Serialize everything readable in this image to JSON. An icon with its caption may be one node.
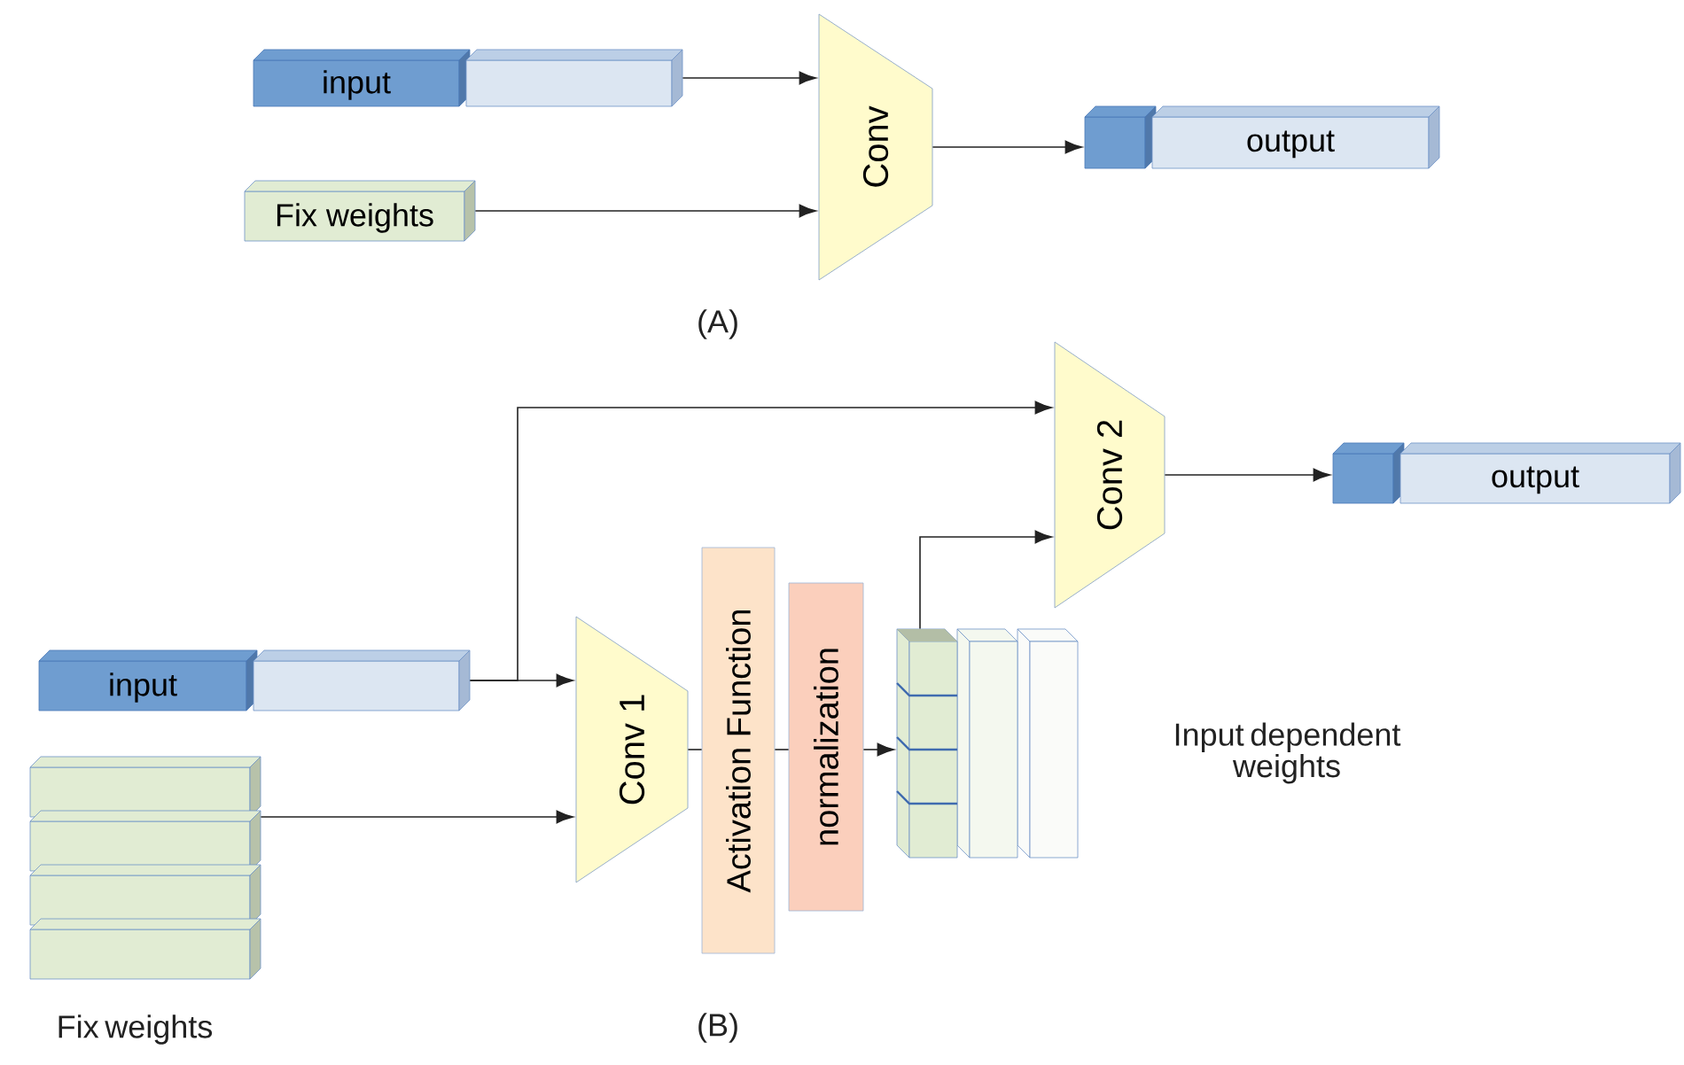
{
  "diagram": {
    "nodes": [
      {
        "text": [
          "input"
        ]
      },
      {
        "text": [
          "Fix weights"
        ]
      },
      {
        "text": [
          "Conv"
        ]
      },
      {
        "text": [
          "output"
        ]
      },
      {
        "text": [
          "input"
        ]
      },
      {
        "text": [],
        "shape": "box",
        "beside": [
          "Fix weights"
        ]
      },
      {
        "text": [
          "Conv 1"
        ]
      },
      {
        "text": [
          "Activation Function"
        ]
      },
      {
        "text": [
          "normalization"
        ]
      },
      {
        "text": [],
        "shape": "box",
        "beside": [
          "Input dependent weights"
        ]
      },
      {
        "text": [
          "Conv 2"
        ]
      },
      {
        "text": [
          "output"
        ]
      }
    ],
    "edges": [
      {
        "from": 0,
        "to": 2,
        "arrow": "to"
      },
      {
        "from": 1,
        "to": 2,
        "arrow": "to"
      },
      {
        "from": 2,
        "to": 3,
        "arrow": "to"
      },
      {
        "from": 4,
        "to": 6,
        "arrow": "to"
      },
      {
        "from": 4,
        "to": 10,
        "arrow": "to"
      },
      {
        "from": 5,
        "to": 6,
        "arrow": "to"
      },
      {
        "from": 6,
        "to": 7,
        "arrow": "none"
      },
      {
        "from": 7,
        "to": 8,
        "arrow": "none"
      },
      {
        "from": 8,
        "to": 9,
        "arrow": "to"
      },
      {
        "from": 9,
        "to": 10,
        "arrow": "to"
      },
      {
        "from": 10,
        "to": 11,
        "arrow": "to"
      }
    ],
    "labels": [
      "(A)",
      "(B)"
    ]
  }
}
